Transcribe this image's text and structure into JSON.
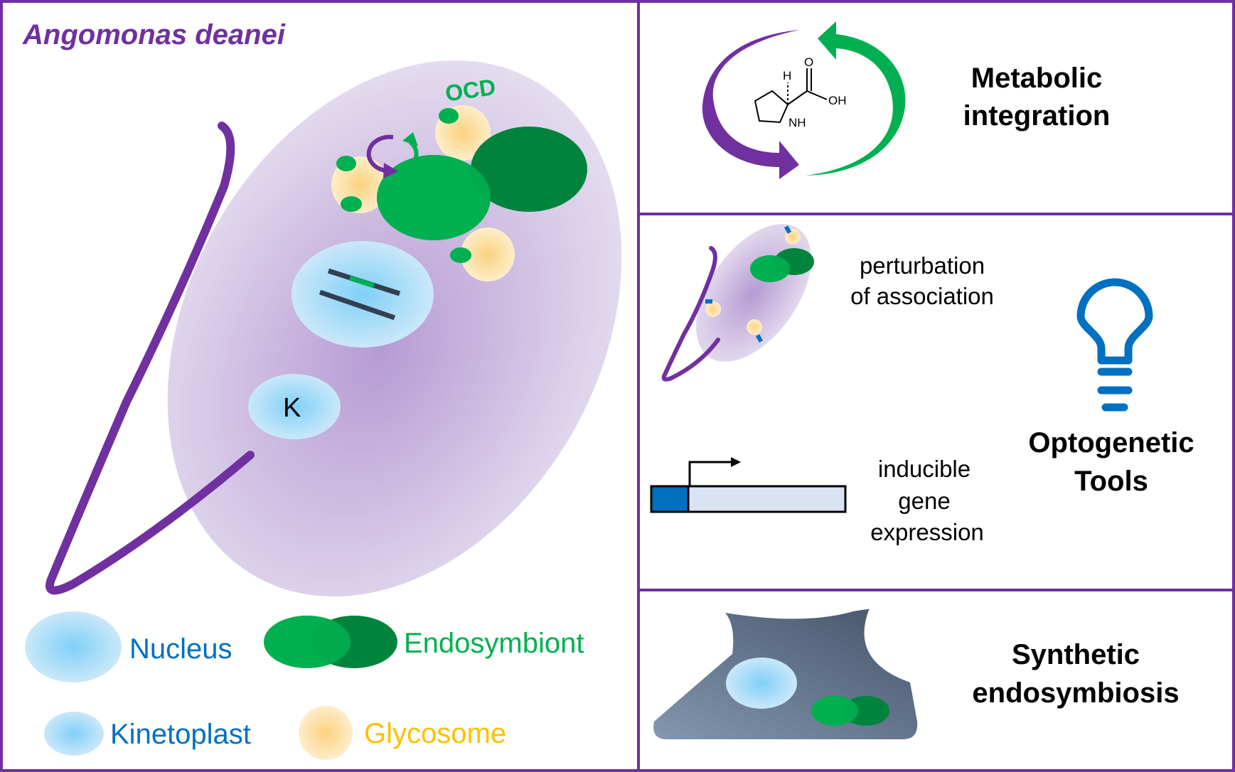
{
  "main_panel": {
    "organism_name": "Angomonas deanei",
    "ocd_label": "OCD",
    "kinetoplast_letter": "K"
  },
  "legend": {
    "nucleus": "Nucleus",
    "endosymbiont": "Endosymbiont",
    "kinetoplast": "Kinetoplast",
    "glycosome": "Glycosome"
  },
  "molecule": {
    "h": "H",
    "o": "O",
    "oh": "OH",
    "nh": "NH"
  },
  "metabolic_panel": {
    "line1": "Metabolic",
    "line2": "integration"
  },
  "optogenetic_panel": {
    "perturbation_line1": "perturbation",
    "perturbation_line2": "of association",
    "inducible_line1": "inducible",
    "inducible_line2": "gene",
    "inducible_line3": "expression",
    "tools_line1": "Optogenetic",
    "tools_line2": "Tools"
  },
  "synthetic_panel": {
    "line1": "Synthetic",
    "line2": "endosymbiosis"
  },
  "colors": {
    "purple": "#7030a0",
    "green": "#00a651",
    "dark_green": "#00843d",
    "nucleus_blue": "#a9d6f5",
    "glycosome_yellow": "#fcd98a",
    "blue_text": "#0070c0",
    "bulb_blue": "#0070c0",
    "glycosome_text": "#ffc000",
    "green_text": "#00b050"
  }
}
